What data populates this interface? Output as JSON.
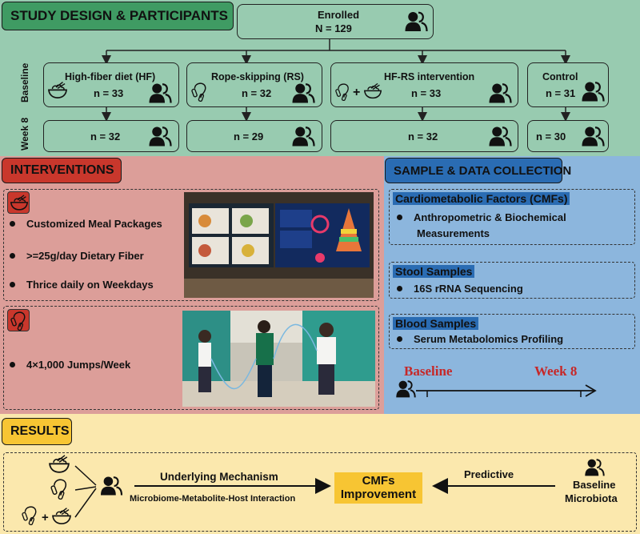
{
  "study": {
    "title": "STUDY DESIGN & PARTICIPANTS",
    "enrolled_label": "Enrolled",
    "enrolled_n": "N = 129",
    "baseline_label": "Baseline",
    "week8_label": "Week 8",
    "groups": [
      {
        "label": "High-fiber diet (HF)",
        "baseline_n": "n = 33",
        "week8_n": "n = 32"
      },
      {
        "label": "Rope-skipping (RS)",
        "baseline_n": "n = 32",
        "week8_n": "n = 29"
      },
      {
        "label": "HF-RS intervention",
        "baseline_n": "n = 33",
        "week8_n": "n = 32"
      },
      {
        "label": "Control",
        "baseline_n": "n = 31",
        "week8_n": "n = 30"
      }
    ]
  },
  "interventions": {
    "title": "INTERVENTIONS",
    "diet_items": [
      "Customized Meal Packages",
      ">=25g/day Dietary Fiber",
      "Thrice daily on Weekdays"
    ],
    "exercise_items": [
      "4×1,000 Jumps/Week"
    ]
  },
  "sample": {
    "title": "SAMPLE & DATA COLLECTION",
    "cmf_title": "Cardiometabolic Factors (CMFs)",
    "cmf_line1": "Anthropometric & Biochemical",
    "cmf_line2": "Measurements",
    "stool_title": "Stool Samples",
    "stool_item": "16S rRNA Sequencing",
    "blood_title": "Blood Samples",
    "blood_item": "Serum Metabolomics Profiling",
    "timeline_start": "Baseline",
    "timeline_end": "Week 8"
  },
  "results": {
    "title": "RESULTS",
    "mechanism_label": "Underlying Mechanism",
    "interaction_label": "Microbiome-Metabolite-Host Interaction",
    "cmf_line1": "CMFs",
    "cmf_line2": "Improvement",
    "predictive_label": "Predictive",
    "baseline_line1": "Baseline",
    "baseline_line2": "Microbiota"
  }
}
